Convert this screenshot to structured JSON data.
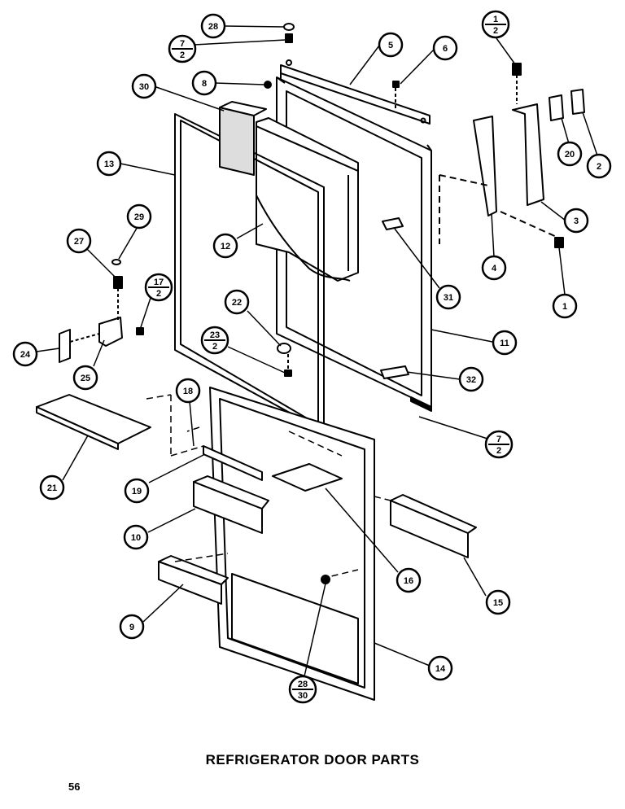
{
  "title": "REFRIGERATOR DOOR PARTS",
  "page_number": "56",
  "callouts": [
    {
      "id": "c28-top",
      "top": "28"
    },
    {
      "id": "c7-2-top",
      "top": "7",
      "bottom": "2"
    },
    {
      "id": "c5",
      "top": "5"
    },
    {
      "id": "c6",
      "top": "6"
    },
    {
      "id": "c1-2-top",
      "top": "1",
      "bottom": "2"
    },
    {
      "id": "c30",
      "top": "30"
    },
    {
      "id": "c8",
      "top": "8"
    },
    {
      "id": "c13",
      "top": "13"
    },
    {
      "id": "c20",
      "top": "20"
    },
    {
      "id": "c2",
      "top": "2"
    },
    {
      "id": "c29",
      "top": "29"
    },
    {
      "id": "c3",
      "top": "3"
    },
    {
      "id": "c27",
      "top": "27"
    },
    {
      "id": "c12",
      "top": "12"
    },
    {
      "id": "c4",
      "top": "4"
    },
    {
      "id": "c17-2",
      "top": "17",
      "bottom": "2"
    },
    {
      "id": "c1",
      "top": "1"
    },
    {
      "id": "c31",
      "top": "31"
    },
    {
      "id": "c22",
      "top": "22"
    },
    {
      "id": "c11",
      "top": "11"
    },
    {
      "id": "c24",
      "top": "24"
    },
    {
      "id": "c23-2",
      "top": "23",
      "bottom": "2"
    },
    {
      "id": "c25",
      "top": "25"
    },
    {
      "id": "c32",
      "top": "32"
    },
    {
      "id": "c18",
      "top": "18"
    },
    {
      "id": "c7-2-right",
      "top": "7",
      "bottom": "2"
    },
    {
      "id": "c21",
      "top": "21"
    },
    {
      "id": "c19",
      "top": "19"
    },
    {
      "id": "c10",
      "top": "10"
    },
    {
      "id": "c16",
      "top": "16"
    },
    {
      "id": "c15",
      "top": "15"
    },
    {
      "id": "c9",
      "top": "9"
    },
    {
      "id": "c14",
      "top": "14"
    },
    {
      "id": "c28-30",
      "top": "28",
      "bottom": "30"
    }
  ]
}
